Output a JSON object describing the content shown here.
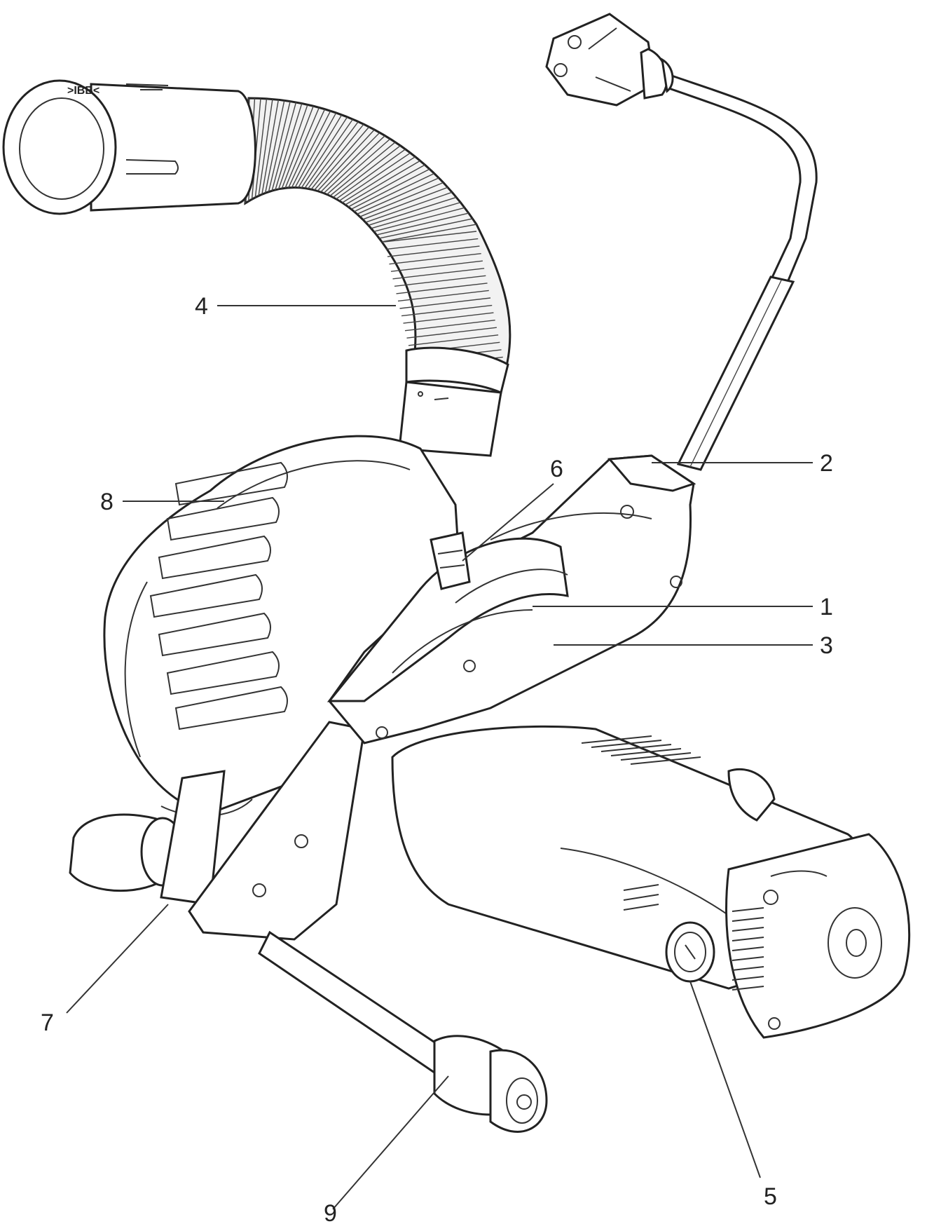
{
  "callouts": [
    {
      "id": "1",
      "label": "1"
    },
    {
      "id": "2",
      "label": "2"
    },
    {
      "id": "3",
      "label": "3"
    },
    {
      "id": "4",
      "label": "4"
    },
    {
      "id": "5",
      "label": "5"
    },
    {
      "id": "6",
      "label": "6"
    },
    {
      "id": "7",
      "label": "7"
    },
    {
      "id": "8",
      "label": "8"
    },
    {
      "id": "9",
      "label": "9"
    }
  ],
  "nozzle_mark": ">IBB<"
}
